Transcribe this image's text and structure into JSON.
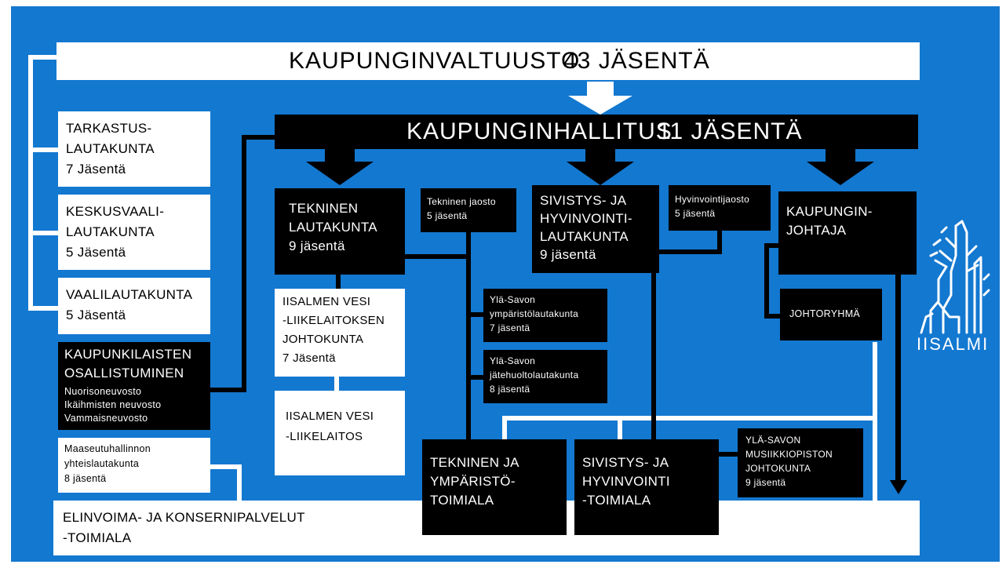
{
  "council": {
    "name": "KAUPUNGINVALTUUSTO",
    "members": "43 JÄSENTÄ"
  },
  "board": {
    "name": "KAUPUNGINHALLITUS",
    "members": "11 JÄSENTÄ"
  },
  "left_boxes": {
    "tarkastus": [
      "TARKASTUS-",
      "LAUTAKUNTA",
      "7 Jäsentä"
    ],
    "keskusvaali": [
      "KESKUSVAALI-",
      "LAUTAKUNTA",
      "5 Jäsentä"
    ],
    "vaali": [
      "VAALILAUTAKUNTA",
      "5 Jäsentä"
    ],
    "osallistuminen": {
      "title": [
        "KAUPUNKILAISTEN",
        "OSALLISTUMINEN"
      ],
      "items": [
        "Nuorisoneuvosto",
        "Ikäihmisten neuvosto",
        "Vammaisneuvosto"
      ]
    },
    "maaseutu": [
      "Maaseutuhallinnon",
      "yhteislautakunta",
      "8 jäsentä"
    ]
  },
  "tekninen_lautakunta": [
    "TEKNINEN",
    "LAUTAKUNTA",
    "9 jäsentä"
  ],
  "tekninen_jaosto": [
    "Tekninen jaosto",
    "5 jäsentä"
  ],
  "vesi_johtokunta": [
    "IISALMEN VESI",
    "-LIIKELAITOKSEN",
    "JOHTOKUNTA",
    "7 Jäsentä"
  ],
  "vesi_liikelaitos": [
    "IISALMEN VESI",
    "-LIIKELAITOS"
  ],
  "ymparistolautakunta": [
    "Ylä-Savon",
    "ympäristölautakunta",
    "7 jäsentä"
  ],
  "jatehuoltolautakunta": [
    "Ylä-Savon",
    "jätehuoltolautakunta",
    "8 jäsentä"
  ],
  "sivistys_lautakunta": [
    "SIVISTYS- JA",
    "HYVINVOINTI-",
    "LAUTAKUNTA",
    "9 jäsentä"
  ],
  "hyvinvointijaosto": [
    "Hyvinvointijaosto",
    "5 jäsentä"
  ],
  "kaupunginjohtaja": [
    "KAUPUNGIN-",
    "JOHTAJA"
  ],
  "johtoryhma": "JOHTORYHMÄ",
  "tekninen_toimiala": [
    "TEKNINEN JA",
    "YMPÄRISTÖ-",
    "TOIMIALA"
  ],
  "sivistys_toimiala": [
    "SIVISTYS- JA",
    "HYVINVOINTI",
    "-TOIMIALA"
  ],
  "musiikkiopisto": [
    "YLÄ-SAVON",
    "MUSIIKKIOPISTON",
    "JOHTOKUNTA",
    "9 jäsentä"
  ],
  "elinvoima": [
    "ELINVOIMA- JA KONSERNIPALVELUT",
    "-TOIMIALA"
  ],
  "logo": {
    "text": "IISALMI",
    "icon": "tree-icon"
  },
  "colors": {
    "background": "#1378d0",
    "box_light": "#ffffff",
    "box_dark": "#000000"
  }
}
